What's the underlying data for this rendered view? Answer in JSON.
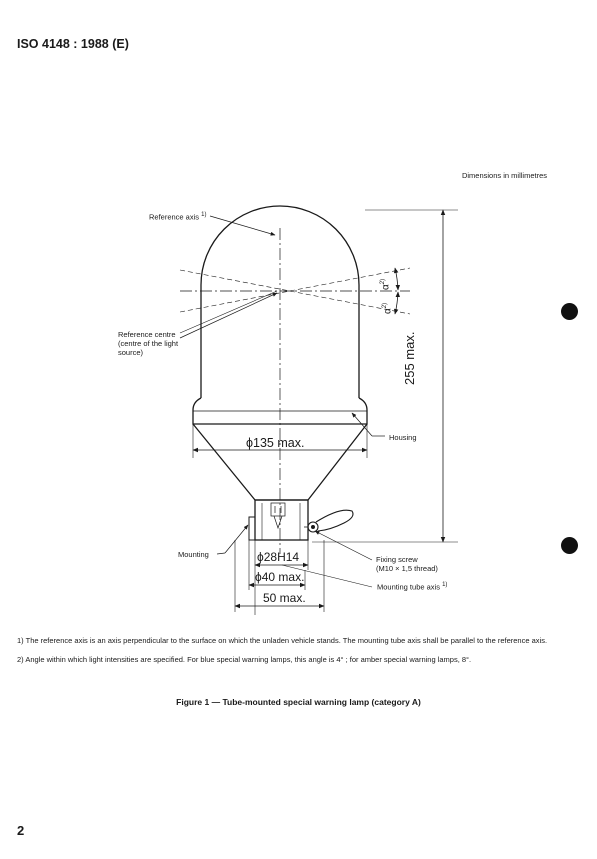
{
  "header": {
    "title": "ISO 4148 : 1988 (E)"
  },
  "figure": {
    "dimensions_note": "Dimensions in millimetres",
    "labels": {
      "reference_axis": "Reference axis",
      "reference_axis_sup": "1)",
      "reference_centre_1": "Reference centre",
      "reference_centre_2": "(centre of the light",
      "reference_centre_3": "source)",
      "housing": "Housing",
      "mounting": "Mounting",
      "fixing_screw_1": "Fixing screw",
      "fixing_screw_2": "(M10 × 1,5 thread)",
      "mounting_tube_axis": "Mounting tube axis",
      "mounting_tube_axis_sup": "1)"
    },
    "dimensions": {
      "height": "255 max.",
      "dia_housing": "ϕ135 max.",
      "dia_tube": "ϕ28H14",
      "dia_flange": "ϕ40 max.",
      "width_base": "50 max.",
      "alpha": "α",
      "alpha_sup": "2)"
    },
    "caption": "Figure 1 — Tube-mounted special warning lamp (category A)"
  },
  "footnotes": [
    "1)  The reference axis is an axis perpendicular to the surface on which the unladen vehicle stands. The mounting tube axis shall be parallel to the reference axis.",
    "2)  Angle within which light intensities are specified. For blue special warning lamps, this angle is 4° ; for amber special warning lamps, 8°."
  ],
  "page_number": "2"
}
